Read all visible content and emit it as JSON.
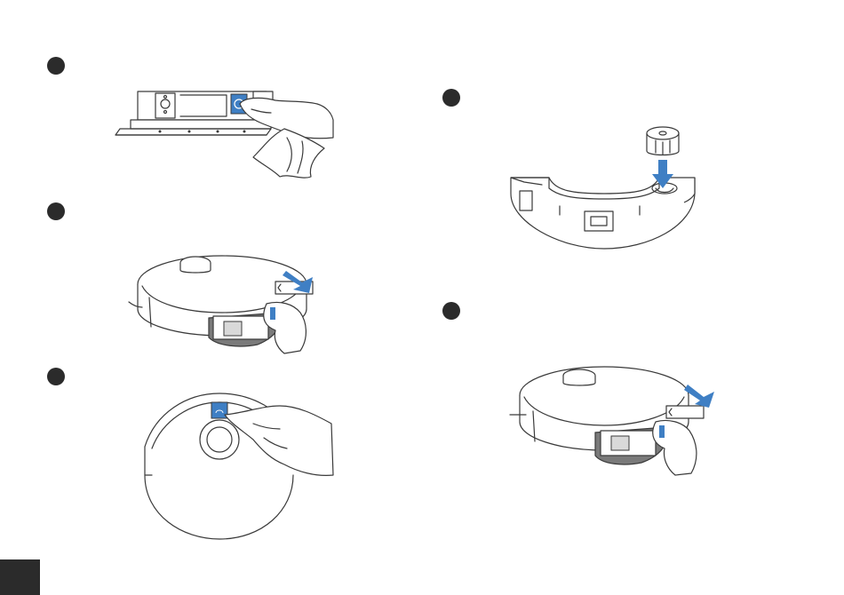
{
  "colors": {
    "accent_blue": "#3f7fc4",
    "step_marker": "#2b2b2b",
    "dark_bin": "#7a7a7a"
  },
  "steps": [
    {
      "marker_icon": "step-dot-icon",
      "figure": "wipe-bin-sensor"
    },
    {
      "marker_icon": "step-dot-icon",
      "figure": "insert-dust-bin"
    },
    {
      "marker_icon": "step-dot-icon",
      "figure": "press-power-button"
    },
    {
      "marker_icon": "step-dot-icon",
      "figure": "install-filter"
    },
    {
      "marker_icon": "step-dot-icon",
      "figure": "reinsert-dust-bin"
    }
  ],
  "page_marker": "page-tab"
}
